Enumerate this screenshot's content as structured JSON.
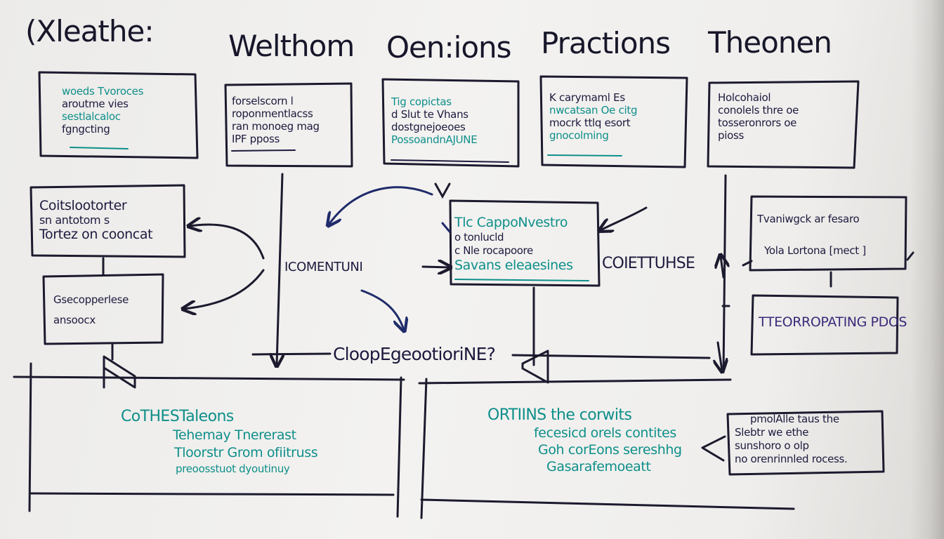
{
  "headers": {
    "h1": "(Xleathe:",
    "h2": "Welthom",
    "h3": "Oen:ions",
    "h4": "Practions",
    "h5": "Theonen"
  },
  "top_boxes": [
    [
      "woeds Tvoroces",
      "aroutme vies",
      "sestlalcaloc",
      "fgngcting"
    ],
    [
      "forselscorn l",
      "roponmentlacss",
      "ran monoeg mag",
      "IPF pposs"
    ],
    [
      "Tig copictas",
      "d Slut te Vhans",
      "dostgnejoeoes",
      "PossoandnAJUNE"
    ],
    [
      "K carymaml Es",
      "nwcatsan Oe citg",
      "mocrk ttlq esort",
      "gnocolming"
    ],
    [
      "Holcohaiol",
      "conolels thre oe",
      "tosseronrors oe",
      "pioss"
    ]
  ],
  "left_boxes": {
    "box1": [
      "Coitslootorter",
      "sn antotom s",
      "Tortez on cooncat"
    ],
    "box2": [
      "Gsecopperlese",
      "ansoocx"
    ]
  },
  "center_box": [
    "Tlc CappoNvestro",
    "o tonlucld",
    "c Nle rocapoore",
    "Savans eleaesines"
  ],
  "right_boxes": {
    "box1": [
      "Tvaniwgck ar fesaro",
      "Yola Lortona [mect ]"
    ],
    "box2": [
      "TTEORROPATING PDOS"
    ]
  },
  "floating": {
    "comment": "ICOMENTUNI",
    "cloud": "CloopEgeootioriNE?",
    "coit": "COIETTUHSE"
  },
  "bottom_left": [
    "CoTHESTaleons",
    "Tehemay Tnererast",
    "Tloorstr Grom ofiitruss",
    "preoosstuot dyoutinuy"
  ],
  "bottom_right": [
    "ORTIINS the corwits",
    "fecesicd orels contites",
    "Goh corEons sereshhg",
    "Gasarafemoeatt"
  ],
  "callout": [
    "pmolAlle taus the",
    "Slebtr we ethe",
    "sunshoro o olp",
    "no orenrinnled rocess."
  ]
}
